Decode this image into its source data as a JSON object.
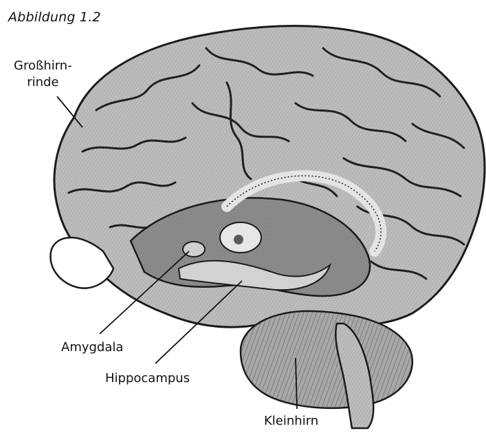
{
  "figure": {
    "title": "Abbildung 1.2",
    "labels": {
      "cortex_line1": "Großhirn-",
      "cortex_line2": "rinde",
      "amygdala": "Amygdala",
      "hippocampus": "Hippocampus",
      "cerebellum": "Kleinhirn"
    }
  },
  "colors": {
    "background": "#ffffff",
    "ink": "#111111",
    "brain_fill": "#b9b9b9",
    "brain_shadow": "#8a8a8a",
    "highlight": "#e6e6e6"
  }
}
